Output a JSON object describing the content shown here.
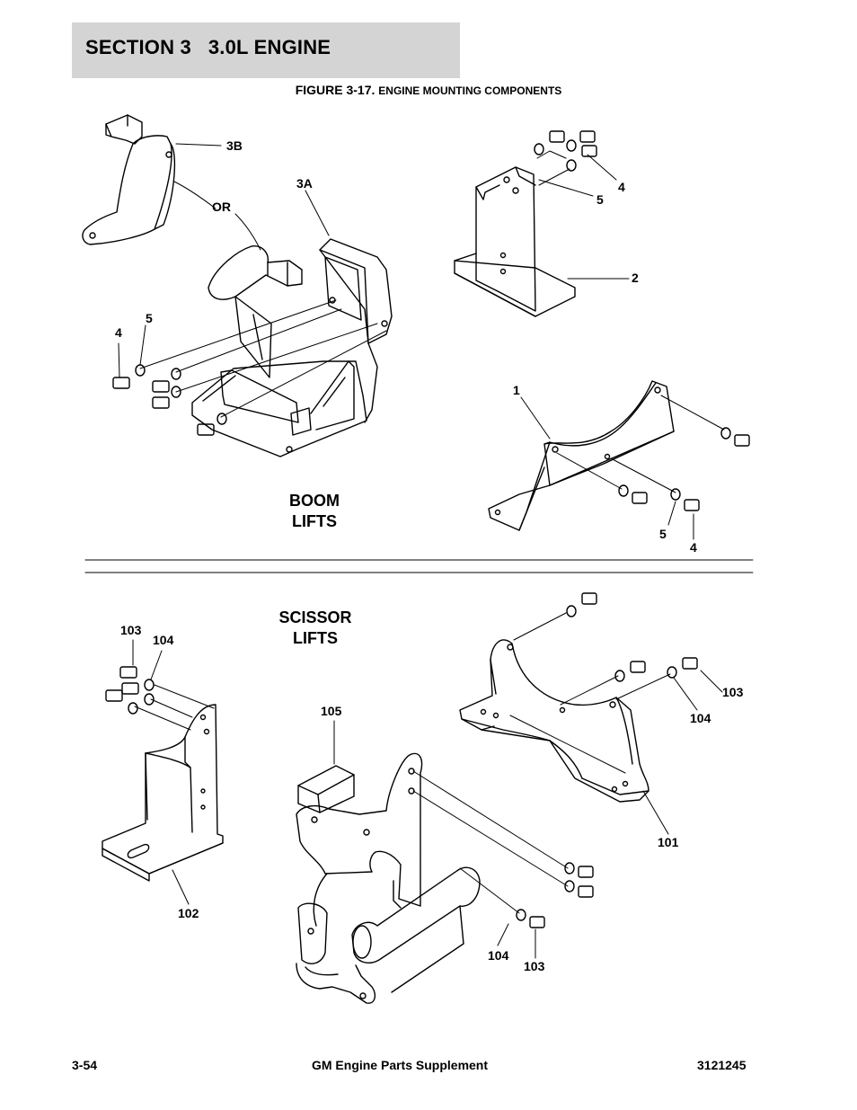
{
  "header": {
    "section_title": "SECTION 3   3.0L ENGINE"
  },
  "figure": {
    "number": "FIGURE 3-17.",
    "title": "ENGINE MOUNTING COMPONENTS"
  },
  "groups": {
    "boom": {
      "line1": "BOOM",
      "line2": "LIFTS"
    },
    "scissor": {
      "line1": "SCISSOR",
      "line2": "LIFTS"
    }
  },
  "callouts": {
    "c3b": "3B",
    "c3a": "3A",
    "or": "OR",
    "c5_left": "5",
    "c4_left": "4",
    "c5_topright": "5",
    "c4_topright": "4",
    "c2": "2",
    "c1": "1",
    "c5_bottomright": "5",
    "c4_bottomright": "4",
    "c103_left": "103",
    "c104_left": "104",
    "c105": "105",
    "c102": "102",
    "c103_right": "103",
    "c104_right": "104",
    "c101": "101",
    "c104_bottom": "104",
    "c103_bottom": "103"
  },
  "footer": {
    "page_number": "3-54",
    "publication": "GM Engine Parts Supplement",
    "part_number": "3121245"
  }
}
